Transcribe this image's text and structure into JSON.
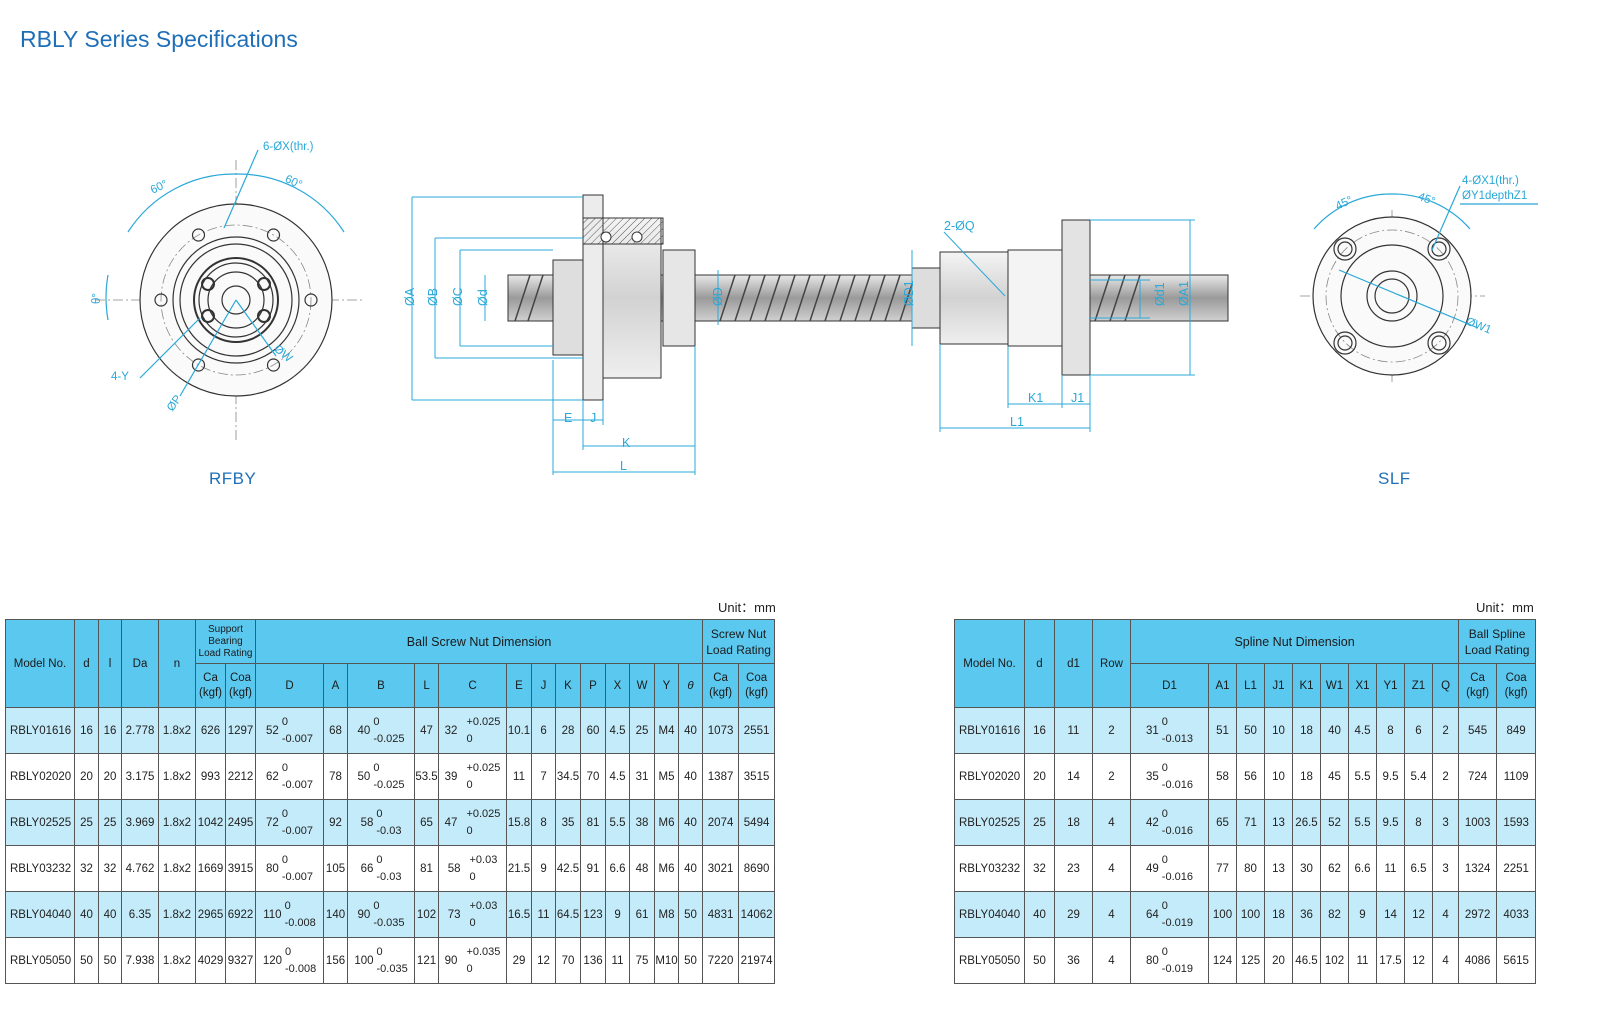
{
  "title": "RBLY Series Specifications",
  "drawing_labels": {
    "left": "RFBY",
    "right": "SLF",
    "rfby_holes": "6-ØX(thr.)",
    "angle_60": "60°",
    "theta": "θ°",
    "four_y": "4-Y",
    "phi_p": "ØP",
    "phi_w": "ØW",
    "two_q": "2-ØQ",
    "phi_a": "ØA",
    "phi_b": "ØB",
    "phi_c": "ØC",
    "phi_d_small": "Ød",
    "phi_D": "ØD",
    "phi_D1": "ØD1",
    "phi_d1": "Ød1",
    "phi_a1": "ØA1",
    "e": "E",
    "j": "J",
    "k": "K",
    "l": "L",
    "k1": "K1",
    "j1": "J1",
    "l1": "L1",
    "slf_holes": "4-ØX1(thr.)",
    "slf_depth": "ØY1depthZ1",
    "angle_45": "45°",
    "phi_w1": "ØW1"
  },
  "left_table": {
    "unit": "Unit：mm",
    "headers": {
      "model": "Model No.",
      "d": "d",
      "l": "l",
      "da": "Da",
      "n": "n",
      "support": "Support Bearing Load Rating",
      "ball_screw": "Ball Screw Nut Dimension",
      "screw_nut": "Screw Nut Load Rating",
      "ca": "Ca (kgf)",
      "coa": "Coa (kgf)",
      "D": "D",
      "A": "A",
      "B": "B",
      "L": "L",
      "C": "C",
      "E": "E",
      "J": "J",
      "K": "K",
      "P": "P",
      "X": "X",
      "W": "W",
      "Y": "Y",
      "theta": "θ"
    },
    "rows": [
      {
        "model": "RBLY01616",
        "d": "16",
        "l": "16",
        "da": "2.778",
        "n": "1.8x2",
        "ca": "626",
        "coa": "1297",
        "D": "52",
        "D_up": "0",
        "D_lo": "-0.007",
        "A": "68",
        "B": "40",
        "B_up": "0",
        "B_lo": "-0.025",
        "L": "47",
        "C": "32",
        "C_up": "+0.025",
        "C_lo": "0",
        "E": "10.1",
        "J": "6",
        "K": "28",
        "P": "60",
        "X": "4.5",
        "W": "25",
        "Y": "M4",
        "theta": "40",
        "nca": "1073",
        "ncoa": "2551"
      },
      {
        "model": "RBLY02020",
        "d": "20",
        "l": "20",
        "da": "3.175",
        "n": "1.8x2",
        "ca": "993",
        "coa": "2212",
        "D": "62",
        "D_up": "0",
        "D_lo": "-0.007",
        "A": "78",
        "B": "50",
        "B_up": "0",
        "B_lo": "-0.025",
        "L": "53.5",
        "C": "39",
        "C_up": "+0.025",
        "C_lo": "0",
        "E": "11",
        "J": "7",
        "K": "34.5",
        "P": "70",
        "X": "4.5",
        "W": "31",
        "Y": "M5",
        "theta": "40",
        "nca": "1387",
        "ncoa": "3515"
      },
      {
        "model": "RBLY02525",
        "d": "25",
        "l": "25",
        "da": "3.969",
        "n": "1.8x2",
        "ca": "1042",
        "coa": "2495",
        "D": "72",
        "D_up": "0",
        "D_lo": "-0.007",
        "A": "92",
        "B": "58",
        "B_up": "0",
        "B_lo": "-0.03",
        "L": "65",
        "C": "47",
        "C_up": "+0.025",
        "C_lo": "0",
        "E": "15.8",
        "J": "8",
        "K": "35",
        "P": "81",
        "X": "5.5",
        "W": "38",
        "Y": "M6",
        "theta": "40",
        "nca": "2074",
        "ncoa": "5494"
      },
      {
        "model": "RBLY03232",
        "d": "32",
        "l": "32",
        "da": "4.762",
        "n": "1.8x2",
        "ca": "1669",
        "coa": "3915",
        "D": "80",
        "D_up": "0",
        "D_lo": "-0.007",
        "A": "105",
        "B": "66",
        "B_up": "0",
        "B_lo": "-0.03",
        "L": "81",
        "C": "58",
        "C_up": "+0.03",
        "C_lo": "0",
        "E": "21.5",
        "J": "9",
        "K": "42.5",
        "P": "91",
        "X": "6.6",
        "W": "48",
        "Y": "M6",
        "theta": "40",
        "nca": "3021",
        "ncoa": "8690"
      },
      {
        "model": "RBLY04040",
        "d": "40",
        "l": "40",
        "da": "6.35",
        "n": "1.8x2",
        "ca": "2965",
        "coa": "6922",
        "D": "110",
        "D_up": "0",
        "D_lo": "-0.008",
        "A": "140",
        "B": "90",
        "B_up": "0",
        "B_lo": "-0.035",
        "L": "102",
        "C": "73",
        "C_up": "+0.03",
        "C_lo": "0",
        "E": "16.5",
        "J": "11",
        "K": "64.5",
        "P": "123",
        "X": "9",
        "W": "61",
        "Y": "M8",
        "theta": "50",
        "nca": "4831",
        "ncoa": "14062"
      },
      {
        "model": "RBLY05050",
        "d": "50",
        "l": "50",
        "da": "7.938",
        "n": "1.8x2",
        "ca": "4029",
        "coa": "9327",
        "D": "120",
        "D_up": "0",
        "D_lo": "-0.008",
        "A": "156",
        "B": "100",
        "B_up": "0",
        "B_lo": "-0.035",
        "L": "121",
        "C": "90",
        "C_up": "+0.035",
        "C_lo": "0",
        "E": "29",
        "J": "12",
        "K": "70",
        "P": "136",
        "X": "11",
        "W": "75",
        "Y": "M10",
        "theta": "50",
        "nca": "7220",
        "ncoa": "21974"
      }
    ]
  },
  "right_table": {
    "unit": "Unit：mm",
    "headers": {
      "model": "Model No.",
      "d": "d",
      "d1": "d1",
      "row": "Row",
      "spline": "Spline Nut Dimension",
      "rating": "Ball Spline Load Rating",
      "D1": "D1",
      "A1": "A1",
      "L1": "L1",
      "J1": "J1",
      "K1": "K1",
      "W1": "W1",
      "X1": "X1",
      "Y1": "Y1",
      "Z1": "Z1",
      "Q": "Q",
      "ca": "Ca (kgf)",
      "coa": "Coa (kgf)"
    },
    "rows": [
      {
        "model": "RBLY01616",
        "d": "16",
        "d1": "11",
        "row": "2",
        "D1": "31",
        "D1_up": "0",
        "D1_lo": "-0.013",
        "A1": "51",
        "L1": "50",
        "J1": "10",
        "K1": "18",
        "W1": "40",
        "X1": "4.5",
        "Y1": "8",
        "Z1": "6",
        "Q": "2",
        "ca": "545",
        "coa": "849"
      },
      {
        "model": "RBLY02020",
        "d": "20",
        "d1": "14",
        "row": "2",
        "D1": "35",
        "D1_up": "0",
        "D1_lo": "-0.016",
        "A1": "58",
        "L1": "56",
        "J1": "10",
        "K1": "18",
        "W1": "45",
        "X1": "5.5",
        "Y1": "9.5",
        "Z1": "5.4",
        "Q": "2",
        "ca": "724",
        "coa": "1109"
      },
      {
        "model": "RBLY02525",
        "d": "25",
        "d1": "18",
        "row": "4",
        "D1": "42",
        "D1_up": "0",
        "D1_lo": "-0.016",
        "A1": "65",
        "L1": "71",
        "J1": "13",
        "K1": "26.5",
        "W1": "52",
        "X1": "5.5",
        "Y1": "9.5",
        "Z1": "8",
        "Q": "3",
        "ca": "1003",
        "coa": "1593"
      },
      {
        "model": "RBLY03232",
        "d": "32",
        "d1": "23",
        "row": "4",
        "D1": "49",
        "D1_up": "0",
        "D1_lo": "-0.016",
        "A1": "77",
        "L1": "80",
        "J1": "13",
        "K1": "30",
        "W1": "62",
        "X1": "6.6",
        "Y1": "11",
        "Z1": "6.5",
        "Q": "3",
        "ca": "1324",
        "coa": "2251"
      },
      {
        "model": "RBLY04040",
        "d": "40",
        "d1": "29",
        "row": "4",
        "D1": "64",
        "D1_up": "0",
        "D1_lo": "-0.019",
        "A1": "100",
        "L1": "100",
        "J1": "18",
        "K1": "36",
        "W1": "82",
        "X1": "9",
        "Y1": "14",
        "Z1": "12",
        "Q": "4",
        "ca": "2972",
        "coa": "4033"
      },
      {
        "model": "RBLY05050",
        "d": "50",
        "d1": "36",
        "row": "4",
        "D1": "80",
        "D1_up": "0",
        "D1_lo": "-0.019",
        "A1": "124",
        "L1": "125",
        "J1": "20",
        "K1": "46.5",
        "W1": "102",
        "X1": "11",
        "Y1": "17.5",
        "Z1": "12",
        "Q": "4",
        "ca": "4086",
        "coa": "5615"
      }
    ]
  }
}
